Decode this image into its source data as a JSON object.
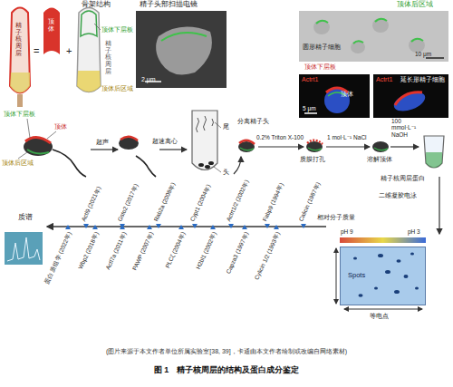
{
  "diagram": {
    "title": "图 1　精子核周层的结构及蛋白成分鉴定",
    "caption": "(图片来源于本文作者单位所属实验室[38, 39]，卡通由本文作者绘制或改编自网络素材)",
    "nodes": [
      {
        "text": [
          "精子头部扫描电镜",
          "2 μm"
        ]
      },
      {
        "text": [
          "顶体后区域",
          "圆形精子细胞",
          "10 μm"
        ]
      },
      {
        "text": [
          "Actrt1",
          "顶体",
          "5 μm"
        ]
      },
      {
        "text": [
          "Actrt1",
          "延长形精子细胞"
        ]
      },
      {
        "text": [
          "Spots"
        ]
      }
    ],
    "labels": [
      "精子核周层",
      "=",
      "顶体",
      "+",
      "骨架结构",
      "顶体下层板",
      "精子核周层",
      "顶体后区域",
      "顶体下层板",
      "顶体后区域",
      "顶体",
      "超声",
      "超速离心",
      "尾",
      "头",
      "分离精子头",
      "0.2% Triton X-100",
      "质膜打孔",
      "1 mol·L⁻¹ NaCl",
      "溶解顶体",
      "100 mmol·L⁻¹ NaOH",
      "精子核周层蛋白",
      "二维凝胶电泳",
      "质谱",
      "Actl9 (2021年)",
      "Gsto2 (2017年)",
      "Rab2a (2008年)",
      "Cypt1 (2004年)",
      "Actrt1/2 (2002年)",
      "Fabp9 (1994年)",
      "Calicin (1987年)",
      "蛋白质组学 (2022年)",
      "Wbp2 (2018年)",
      "Actl7a (2011年)",
      "PAWP (2007年)",
      "PLCζ (2004年)",
      "H2bl1 (2002年)",
      "Capza3 (1997年)",
      "Cylicin 1/2 (1993年)",
      "相对分子质量",
      "pH 9",
      "pH 3",
      "等电点",
      "顶体下层板"
    ]
  }
}
